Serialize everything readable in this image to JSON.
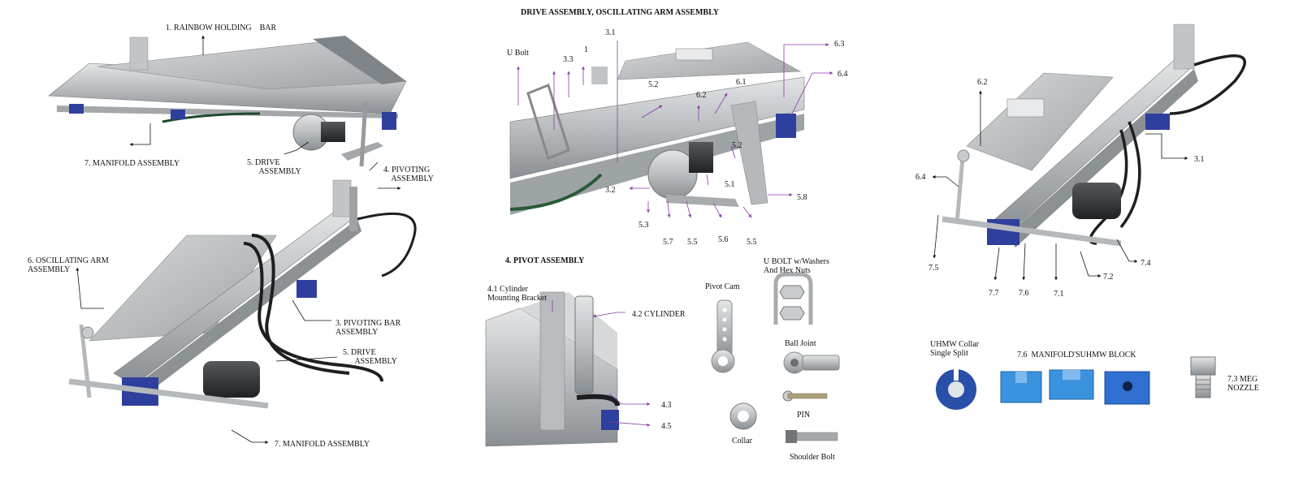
{
  "overview": {
    "labels": {
      "rainbow": "1. RAINBOW HOLDING    BAR",
      "manifold_top": "7. MANIFOLD ASSEMBLY",
      "drive_top": "5. DRIVE\n      ASSEMBLY",
      "pivoting": "4. PIVOTING\n    ASSEMBLY",
      "oscillating": "6. OSCILLATING ARM\nASSEMBLY",
      "pivoting_bar": "3. PIVOTING BAR\nASSEMBLY",
      "drive_bottom": "5. DRIVE\n      ASSEMBLY",
      "manifold_bottom": "7. MANIFOLD ASSEMBLY"
    }
  },
  "drive": {
    "title": "DRIVE ASSEMBLY, OSCILLATING ARM ASSEMBLY",
    "labels": {
      "ubolt": "U Bolt",
      "l33": "3.3",
      "l31": "3.1",
      "l1": "1",
      "l52a": "5.2",
      "l63": "6.3",
      "l64": "6.4",
      "l61": "6.1",
      "l62": "6.2",
      "l52b": "5.2",
      "l51": "5.1",
      "l58": "5.8",
      "l32": "3.2",
      "l53": "5.3",
      "l57": "5.7",
      "l55a": "5.5",
      "l56": "5.6",
      "l55b": "5.5"
    }
  },
  "pivot": {
    "title": "4. PIVOT ASSEMBLY",
    "labels": {
      "bracket": "4.1 Cylinder\nMounting Bracket",
      "cylinder": "4.2 CYLINDER",
      "l43": "4.3",
      "l45": "4.5"
    },
    "parts": {
      "pivot_cam": "Pivot Cam",
      "ubolt": "U BOLT w/Washers\nAnd Hex Nuts",
      "ball_joint": "Ball Joint",
      "pin": "PIN",
      "collar": "Collar",
      "shoulder_bolt": "Shoulder Bolt"
    }
  },
  "manifold": {
    "labels": {
      "l62": "6.2",
      "l31": "3.1",
      "l64": "6.4",
      "l75": "7.5",
      "l77": "7.7",
      "l76": "7.6",
      "l71": "7.1",
      "l72": "7.2",
      "l74": "7.4"
    },
    "parts": {
      "uhmw_collar": "UHMW Collar\nSingle Split",
      "manifold_block": "7.6  MANIFOLD'SUHMW BLOCK",
      "nozzle": "7.3 MEG\nNOZZLE"
    }
  },
  "colors": {
    "steel": "#c9ccce",
    "steel_dark": "#8e9396",
    "block_blue": "#2f3f9e",
    "part_blue": "#2e86d9",
    "hose": "#1d1f20",
    "arrow_black": "#111111",
    "arrow_purple": "#8a3aa6"
  }
}
